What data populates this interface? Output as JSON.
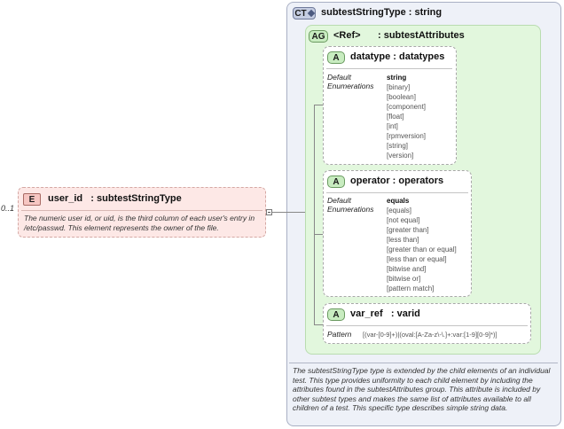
{
  "ct": {
    "badge": "CT",
    "title": "subtestStringType : string",
    "description": "The subtestStringType type is extended by the child elements of an individual test.  This type provides uniformity to each child element by including the attributes found in the subtestAttributes group.  This attribute is included by other subtest types and makes the same list of attributes available to all children of a test.  This specific type describes simple string data."
  },
  "ag": {
    "badge": "AG",
    "ref": "<Ref>",
    "name": ": subtestAttributes"
  },
  "attributes": [
    {
      "badge": "A",
      "title": "datatype : datatypes",
      "keys": [
        "Default",
        "Enumerations"
      ],
      "default": "string",
      "values": [
        "[binary]",
        "[boolean]",
        "[component]",
        "[float]",
        "[int]",
        "[rpmversion]",
        "[string]",
        "[version]"
      ]
    },
    {
      "badge": "A",
      "title": "operator : operators",
      "keys": [
        "Default",
        "Enumerations"
      ],
      "default": "equals",
      "values": [
        "[equals]",
        "[not equal]",
        "[greater than]",
        "[less than]",
        "[greater than or equal]",
        "[less than or equal]",
        "[bitwise and]",
        "[bitwise or]",
        "[pattern match]"
      ]
    },
    {
      "badge": "A",
      "title": "var_ref   : varid",
      "keys": [
        "Pattern"
      ],
      "pattern": "[(var-[0-9]+)|(oval:[A-Za-z\\-\\.]+:var:[1-9][0-9]*)]"
    }
  ],
  "element": {
    "multiplicity": "0..1",
    "badge": "E",
    "title": "user_id   : subtestStringType",
    "description": "The numeric user id, or uid, is the third column of each user's entry in /etc/passwd.  This element represents the owner of the file."
  },
  "colors": {
    "ct_fill": "#eef1f8",
    "ag_fill": "#e2f7dd",
    "element_fill": "#fde8e6",
    "attr_badge": "#c8ecc0",
    "element_badge": "#f6c6c2"
  }
}
